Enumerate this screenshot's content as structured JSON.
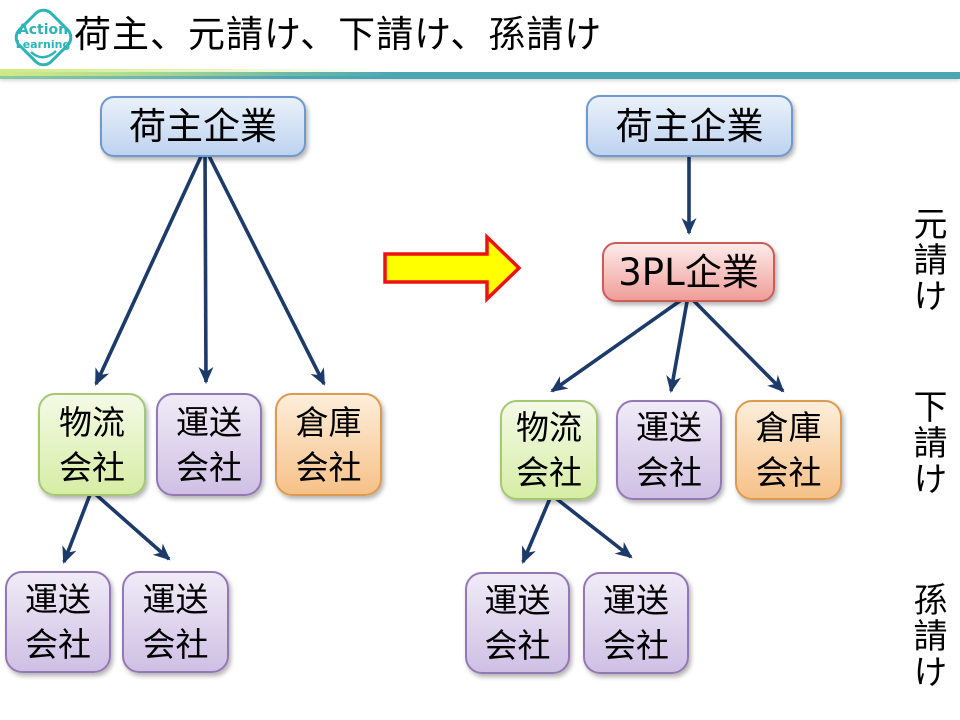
{
  "colors": {
    "arrow-navy": "#1c3a6a",
    "bar-teal": "#4ba6b4",
    "bar-green": "#cdea84",
    "logo-teal": "#2cb4b7",
    "transform-yellow": "#ffff00",
    "transform-red": "#ee1111",
    "box-blue-border": "#6f98cc",
    "box-blue-top": "#eaf1fb",
    "box-blue-bottom": "#bed3ef",
    "box-red-border": "#cd5c57",
    "box-red-top": "#fcebea",
    "box-red-bottom": "#f09d98",
    "box-green-border": "#a4c873",
    "box-green-top": "#f4fae6",
    "box-green-bottom": "#d6eda5",
    "box-purple-border": "#9378b4",
    "box-purple-top": "#f0ebf7",
    "box-purple-bottom": "#cfc0e4",
    "box-orange-border": "#dc9b50",
    "box-orange-top": "#fdeeda",
    "box-orange-bottom": "#f6c188"
  },
  "header": {
    "title": "荷主、元請け、下請け、孫請け",
    "logo": {
      "line1": "Action",
      "line2": "Learning"
    }
  },
  "left_diagram": {
    "root": "荷主企業",
    "tier1": [
      "物流会社",
      "運送会社",
      "倉庫会社"
    ],
    "tier2": [
      "運送会社",
      "運送会社"
    ]
  },
  "right_diagram": {
    "root": "荷主企業",
    "intermediary": "3PL企業",
    "tier1": [
      "物流会社",
      "運送会社",
      "倉庫会社"
    ],
    "tier2": [
      "運送会社",
      "運送会社"
    ]
  },
  "side_labels": [
    "元請け",
    "下請け",
    "孫請け"
  ]
}
